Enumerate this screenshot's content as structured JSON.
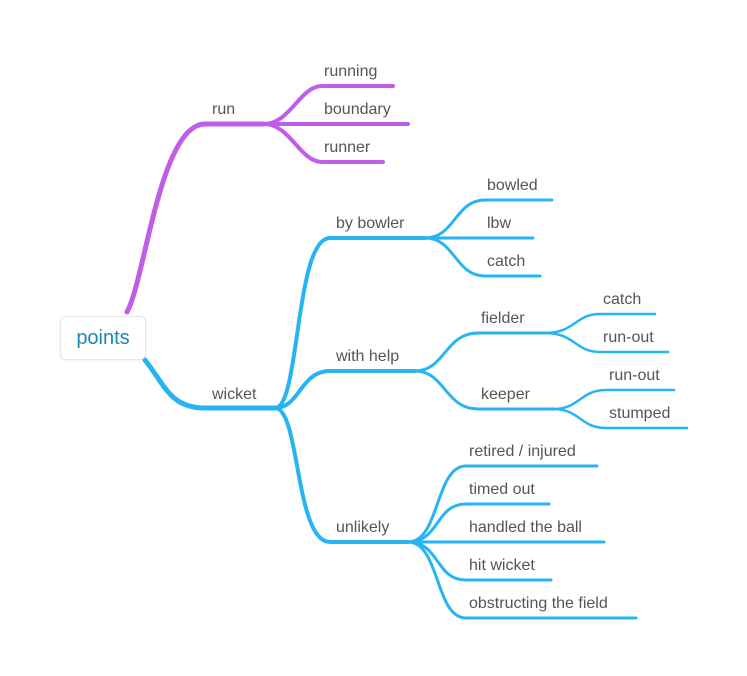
{
  "root": {
    "label": "points"
  },
  "colors": {
    "run": "#c05de8",
    "wicket": "#27b4f2",
    "root_text": "#1a88b5",
    "label_text": "#555555"
  },
  "branches": {
    "run": {
      "label": "run",
      "children": [
        "running",
        "boundary",
        "runner"
      ]
    },
    "wicket": {
      "label": "wicket",
      "by_bowler": {
        "label": "by bowler",
        "children": [
          "bowled",
          "lbw",
          "catch"
        ]
      },
      "with_help": {
        "label": "with help",
        "fielder": {
          "label": "fielder",
          "children": [
            "catch",
            "run-out"
          ]
        },
        "keeper": {
          "label": "keeper",
          "children": [
            "run-out",
            "stumped"
          ]
        }
      },
      "unlikely": {
        "label": "unlikely",
        "children": [
          "retired / injured",
          "timed out",
          "handled the ball",
          "hit wicket",
          "obstructing the field"
        ]
      }
    }
  }
}
